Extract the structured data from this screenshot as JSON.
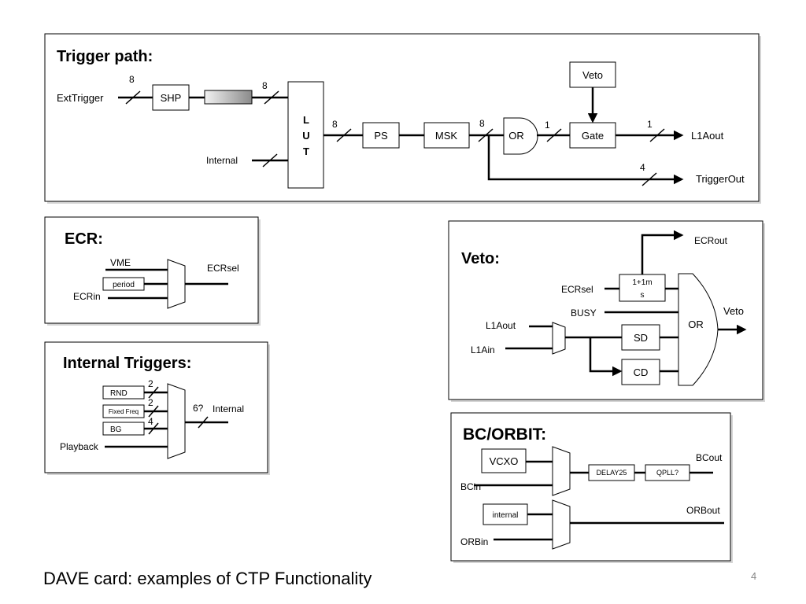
{
  "trigger_path": {
    "title": "Trigger path:",
    "ext_trigger": "ExtTrigger",
    "internal": "Internal",
    "shp": "SHP",
    "lut_l": "L",
    "lut_u": "U",
    "lut_t": "T",
    "ps": "PS",
    "msk": "MSK",
    "or": "OR",
    "gate": "Gate",
    "veto": "Veto",
    "l1aout": "L1Aout",
    "triggerout": "TriggerOut",
    "bus_ext": "8",
    "bus_lut_in": "8",
    "bus_lut_out": "8",
    "bus_msk": "8",
    "bus_or": "1",
    "bus_gate": "1",
    "bus_trigout": "4"
  },
  "ecr": {
    "title": "ECR:",
    "vme": "VME",
    "period": "period",
    "ecrin": "ECRin",
    "ecrsel": "ECRsel"
  },
  "internal_triggers": {
    "title": "Internal Triggers:",
    "rnd": "RND",
    "fixed_freq": "Fixed Freq",
    "bg": "BG",
    "playback": "Playback",
    "bus_rnd": "2",
    "bus_fixed": "2",
    "bus_bg": "4",
    "bus_out": "6?",
    "internal": "Internal"
  },
  "veto": {
    "title": "Veto:",
    "ecrout": "ECRout",
    "ecrsel": "ECRsel",
    "delay_line1": "1+1m",
    "delay_line2": "s",
    "busy": "BUSY",
    "l1aout": "L1Aout",
    "l1ain": "L1Ain",
    "sd": "SD",
    "cd": "CD",
    "or": "OR",
    "veto_out": "Veto"
  },
  "bc_orbit": {
    "title": "BC/ORBIT:",
    "vcxo": "VCXO",
    "bcin": "BCin",
    "delay25": "DELAY25",
    "qpll": "QPLL?",
    "bcout": "BCout",
    "internal": "internal",
    "orbin": "ORBin",
    "orbout": "ORBout"
  },
  "footer": {
    "caption": "DAVE card: examples of CTP Functionality",
    "page_number": "4"
  }
}
